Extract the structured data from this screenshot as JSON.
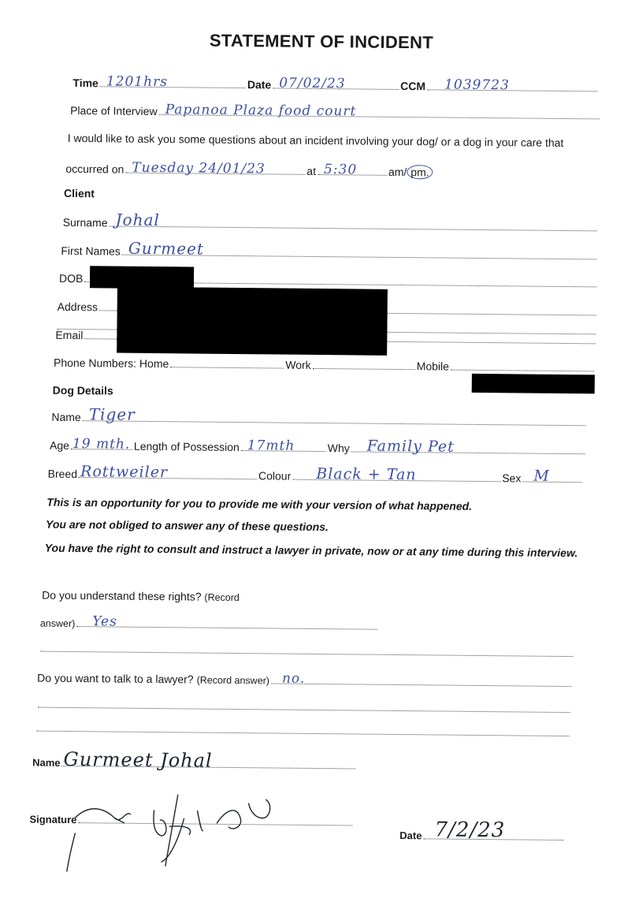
{
  "form": {
    "title": "STATEMENT OF INCIDENT",
    "time_label": "Time",
    "time_value": "1201hrs",
    "date_label": "Date",
    "date_value": "07/02/23",
    "ccm_label": "CCM",
    "ccm_value": "1039723",
    "place_label": "Place of Interview",
    "place_value": "Papanoa Plaza food court",
    "intro_text": "I would like to ask you some questions about an incident involving your dog/ or a dog in your care that",
    "occurred_label": "occurred on",
    "occurred_value": "Tuesday 24/01/23",
    "at_label": "at",
    "at_value": "5:30",
    "ampm_am": "am/",
    "ampm_pm": "pm.",
    "client_heading": "Client",
    "surname_label": "Surname",
    "surname_value": "Johal",
    "firstnames_label": "First Names",
    "firstnames_value": "Gurmeet",
    "dob_label": "DOB",
    "address_label": "Address",
    "email_label": "Email",
    "phone_label": "Phone Numbers: Home",
    "work_label": "Work",
    "mobile_label": "Mobile",
    "dog_heading": "Dog Details",
    "dogname_label": "Name",
    "dogname_value": "Tiger",
    "age_label": "Age",
    "age_value": "19 mth.",
    "possession_label": "Length of Possession",
    "possession_value": "17mth",
    "why_label": "Why",
    "why_value": "Family Pet",
    "breed_label": "Breed",
    "breed_value": "Rottweiler",
    "colour_label": "Colour",
    "colour_value": "Black + Tan",
    "sex_label": "Sex",
    "sex_value": "M",
    "notice_1": "This is an opportunity for you to provide me with your version of what happened.",
    "notice_2": "You are not obliged to answer any of these questions.",
    "notice_3": "You have the right to consult and instruct a lawyer in private, now or at any time during this interview.",
    "rights_question": "Do you understand these rights?",
    "record_1": "(Record",
    "record_2": "answer)",
    "rights_answer": "Yes",
    "lawyer_question": "Do you want to talk to a lawyer?",
    "lawyer_record": "(Record answer)",
    "lawyer_answer": "no.",
    "name_label": "Name",
    "name_value": "Gurmeet Johal",
    "signature_label": "Signature",
    "sigdate_label": "Date",
    "sigdate_value": "7/2/23"
  },
  "colors": {
    "ink_blue": "#3b4fa0",
    "ink_dark": "#1f2430",
    "redaction": "#000000"
  }
}
